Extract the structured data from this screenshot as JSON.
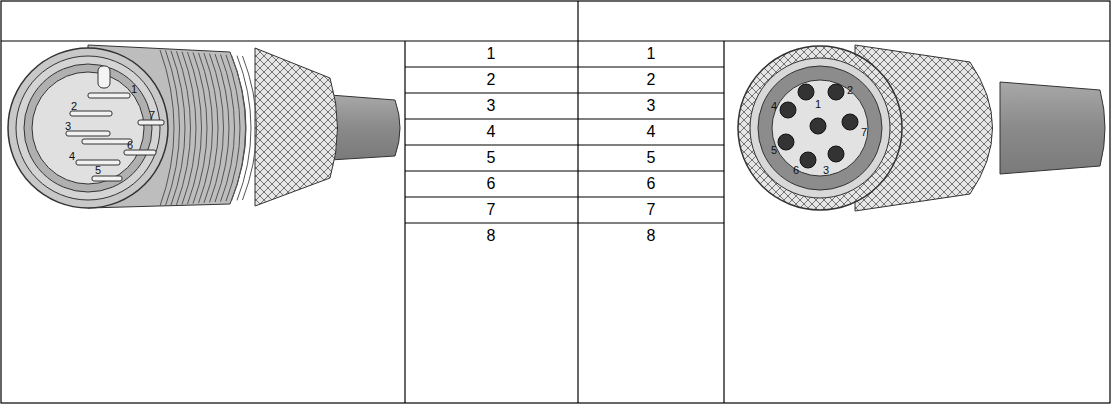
{
  "diagram": {
    "labels": [
      "1",
      "2",
      "7",
      "3",
      "6",
      "4",
      "5",
      "1",
      "2",
      "3",
      "4",
      "5",
      "6",
      "7",
      "8",
      "1",
      "2",
      "3",
      "4",
      "5",
      "6",
      "7",
      "8",
      "1",
      "2",
      "7",
      "3",
      "6",
      "5",
      "4"
    ]
  }
}
